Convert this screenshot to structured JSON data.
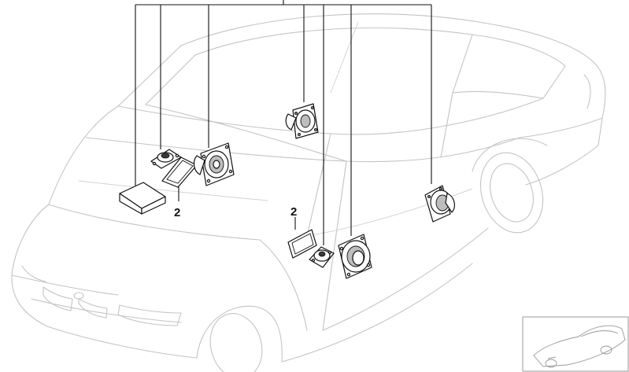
{
  "diagram": {
    "callouts": [
      {
        "id": "gasket-front",
        "label": "2"
      },
      {
        "id": "gasket-rear",
        "label": "2"
      }
    ],
    "parts": [
      "amplifier-module",
      "door-gasket",
      "tweeter-speaker",
      "midrange-speaker-square",
      "dashboard-tweeter",
      "rear-door-gasket",
      "rear-tweeter",
      "rear-door-speaker",
      "rear-shelf-speaker"
    ],
    "thumbnail": {
      "icon": "car-overview-icon"
    }
  }
}
